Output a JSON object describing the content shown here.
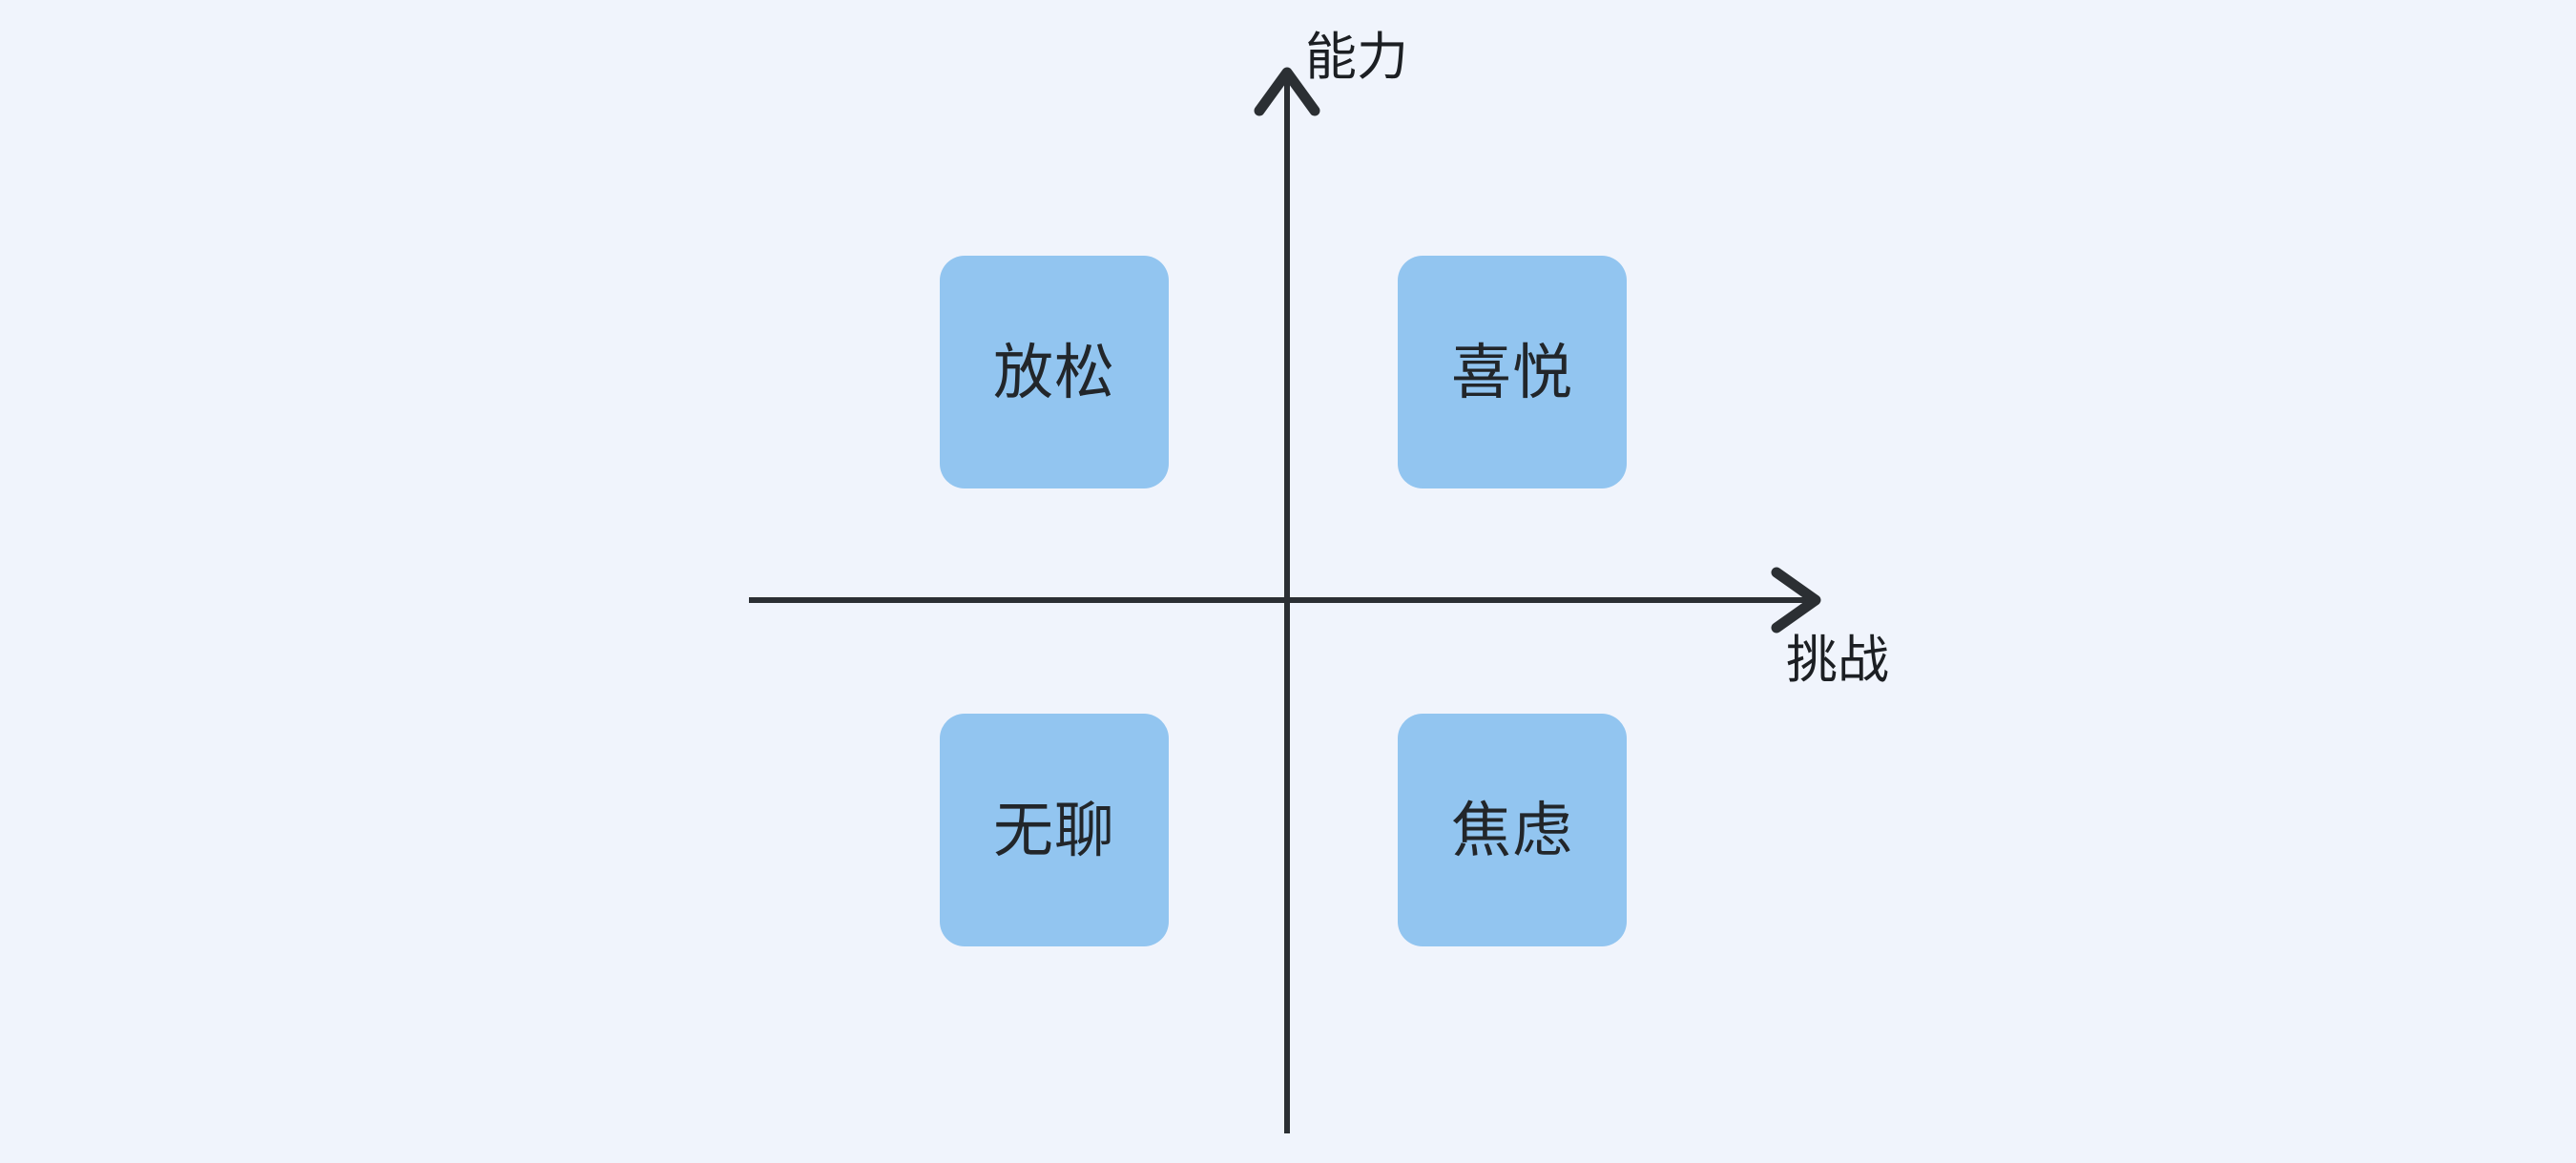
{
  "diagram": {
    "type": "quadrant-matrix",
    "background_color": "#F0F4FC",
    "axis_color": "#2B2F33",
    "box_fill_color": "#92C5F0",
    "label_text_color": "#22262A",
    "axes": {
      "y_axis": {
        "label": "能力",
        "direction": "up",
        "has_arrowhead": true
      },
      "x_axis": {
        "label": "挑战",
        "direction": "right",
        "has_arrowhead": true
      }
    },
    "quadrants": [
      {
        "id": "relax",
        "label": "放松",
        "position": "top-left",
        "challenge": "low",
        "ability": "high"
      },
      {
        "id": "joy",
        "label": "喜悦",
        "position": "top-right",
        "challenge": "high",
        "ability": "high"
      },
      {
        "id": "boredom",
        "label": "无聊",
        "position": "bottom-left",
        "challenge": "low",
        "ability": "low"
      },
      {
        "id": "anxiety",
        "label": "焦虑",
        "position": "bottom-right",
        "challenge": "high",
        "ability": "low"
      }
    ]
  }
}
